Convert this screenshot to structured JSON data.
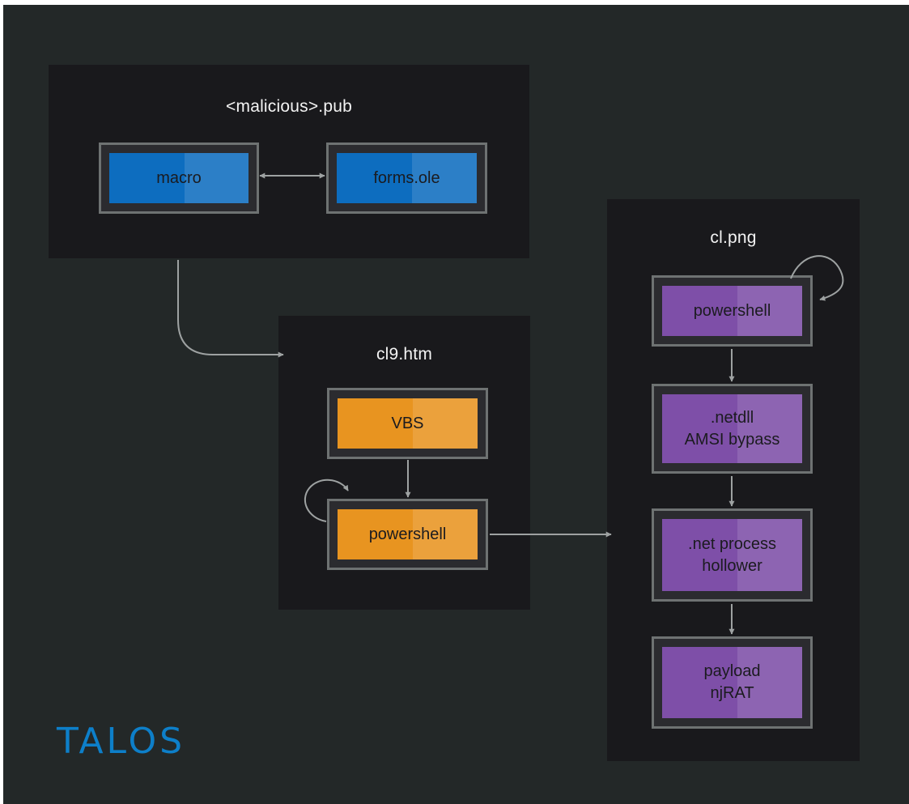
{
  "panels": {
    "pub": {
      "title": "<malicious>.pub"
    },
    "htm": {
      "title": "cl9.htm"
    },
    "png": {
      "title": "cl.png"
    }
  },
  "nodes": {
    "macro": "macro",
    "forms_ole": "forms.ole",
    "vbs": "VBS",
    "powershell_htm": "powershell",
    "powershell_png": "powershell",
    "netdll": [
      ".netdll",
      "AMSI bypass"
    ],
    "hollower": [
      ".net process",
      "hollower"
    ],
    "payload": [
      "payload",
      "njRAT"
    ]
  },
  "logo": {
    "text": "TALOS"
  },
  "colors": {
    "background": "#232828",
    "panel": "#19191c",
    "node_border": "#6e7272",
    "blue": "#0d6dbf",
    "orange": "#e89420",
    "purple": "#7e4fa8",
    "wire": "#9ea2a2",
    "logo": "#0d7fc9"
  }
}
